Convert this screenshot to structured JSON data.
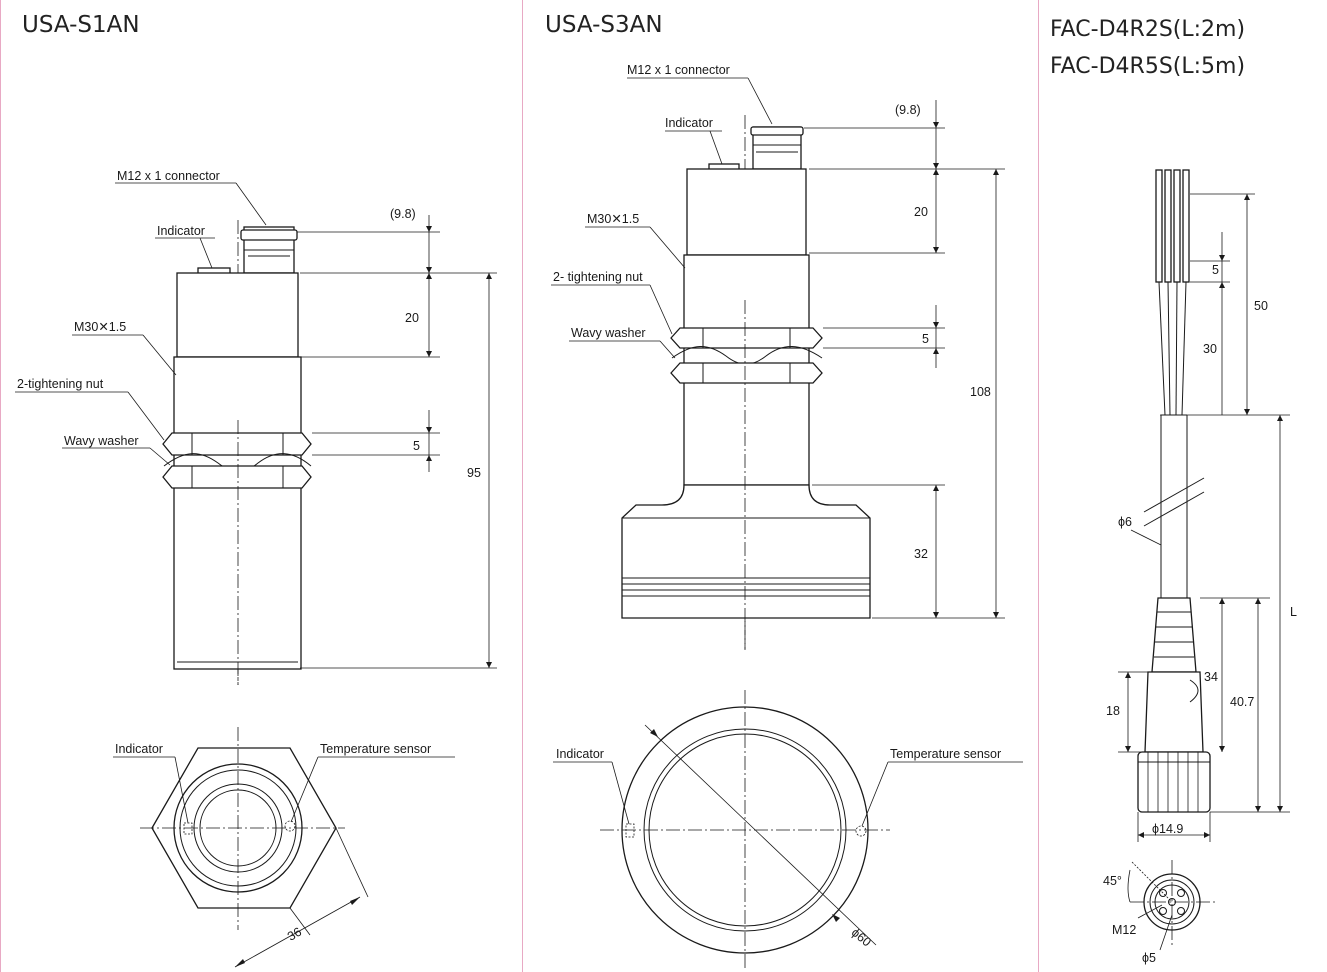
{
  "panels": [
    {
      "title": "USA-S1AN",
      "labels": {
        "connector": "M12 x 1 connector",
        "indicator": "Indicator",
        "thread": "M30✕1.5",
        "nut": "2-tightening nut",
        "washer": "Wavy washer",
        "indicator_bottom": "Indicator",
        "temp_sensor": "Temperature sensor"
      },
      "dims": {
        "d98": "(9.8)",
        "d20": "20",
        "d5": "5",
        "d95": "95",
        "d36": "36"
      }
    },
    {
      "title": "USA-S3AN",
      "labels": {
        "connector": "M12 x 1 connector",
        "indicator": "Indicator",
        "thread": "M30✕1.5",
        "nut": "2- tightening nut",
        "washer": "Wavy washer",
        "indicator_bottom": "Indicator",
        "temp_sensor": "Temperature sensor"
      },
      "dims": {
        "d98": "(9.8)",
        "d20": "20",
        "d5": "5",
        "d108": "108",
        "d32": "32",
        "d60": "ϕ60"
      }
    },
    {
      "title_line1": "FAC-D4R2S(L:2m)",
      "title_line2": "FAC-D4R5S(L:5m)",
      "dims": {
        "d5": "5",
        "d50": "50",
        "d30": "30",
        "dL": "L",
        "d6": "ϕ6",
        "d34": "34",
        "d407": "40.7",
        "d18": "18",
        "d149": "ϕ14.9",
        "d45": "45°",
        "m12": "M12",
        "phi5": "ϕ5"
      }
    }
  ],
  "colors": {
    "divider": "#e8a9c4",
    "line": "#1a1a1a"
  }
}
